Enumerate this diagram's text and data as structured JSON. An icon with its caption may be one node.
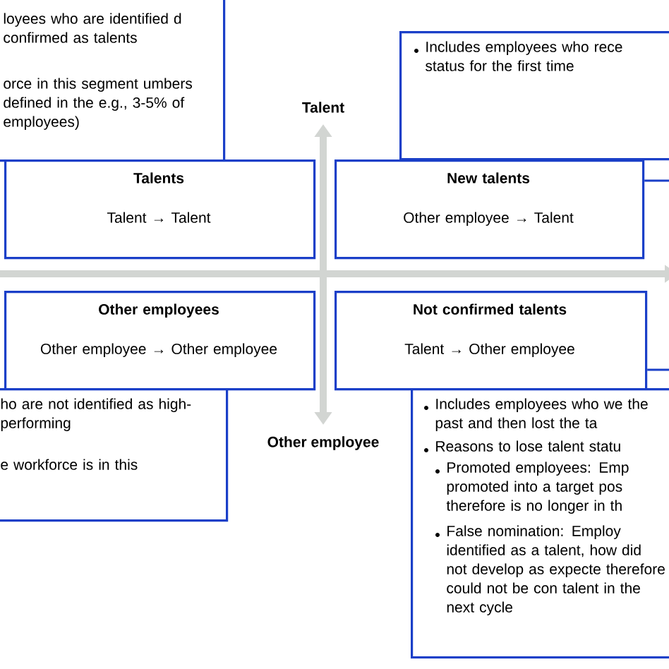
{
  "diagram": {
    "nodes": [
      {
        "text": [
          "loyees who are identified d confirmed as talents",
          "orce in this segment umbers defined in the e.g., 3-5% of employees)"
        ]
      },
      {
        "text": [
          "Includes employees who rece status for the first time"
        ]
      },
      {
        "text": [
          "Talents",
          "Talent → Talent"
        ]
      },
      {
        "text": [
          "New talents",
          "Other employee → Talent"
        ]
      },
      {
        "text": [
          "Other employees",
          "Other employee → Other employee"
        ]
      },
      {
        "text": [
          "Not confirmed talents",
          "Talent → Other employee"
        ]
      },
      {
        "text": [
          "ho are not identified as high-performing",
          "e workforce is in this"
        ]
      },
      {
        "text": [
          "Includes employees who we the past and then lost the ta",
          "Reasons to lose talent statu",
          "Promoted employees: Emp promoted into a target pos therefore is no longer in th",
          "False nomination: Employ identified as a talent, how did not develop as expecte therefore could not be con talent in the next cycle"
        ]
      }
    ],
    "edges": [
      {
        "from": 3,
        "to": null,
        "arrow": "none"
      },
      {
        "from": 5,
        "to": null,
        "arrow": "none"
      }
    ],
    "labels": [
      "Talent",
      "Other employee"
    ]
  }
}
